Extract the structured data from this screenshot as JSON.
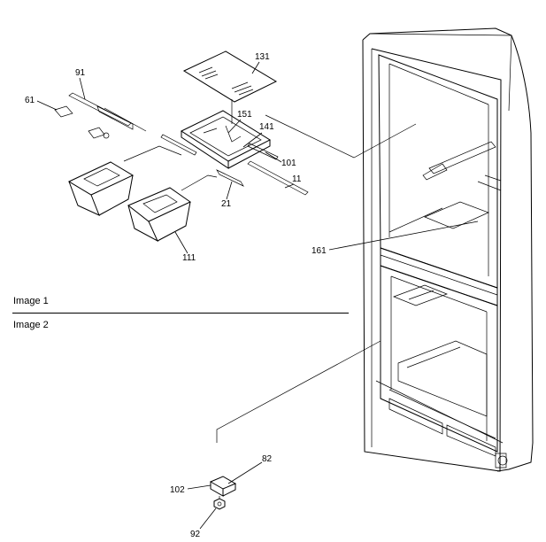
{
  "sections": {
    "image1": "Image 1",
    "image2": "Image 2"
  },
  "callouts": {
    "c131": "131",
    "c91": "91",
    "c61": "61",
    "c151": "151",
    "c141": "141",
    "c101": "101",
    "c11": "11",
    "c21": "21",
    "c111": "111",
    "c161": "161",
    "c82": "82",
    "c102": "102",
    "c92": "92"
  }
}
